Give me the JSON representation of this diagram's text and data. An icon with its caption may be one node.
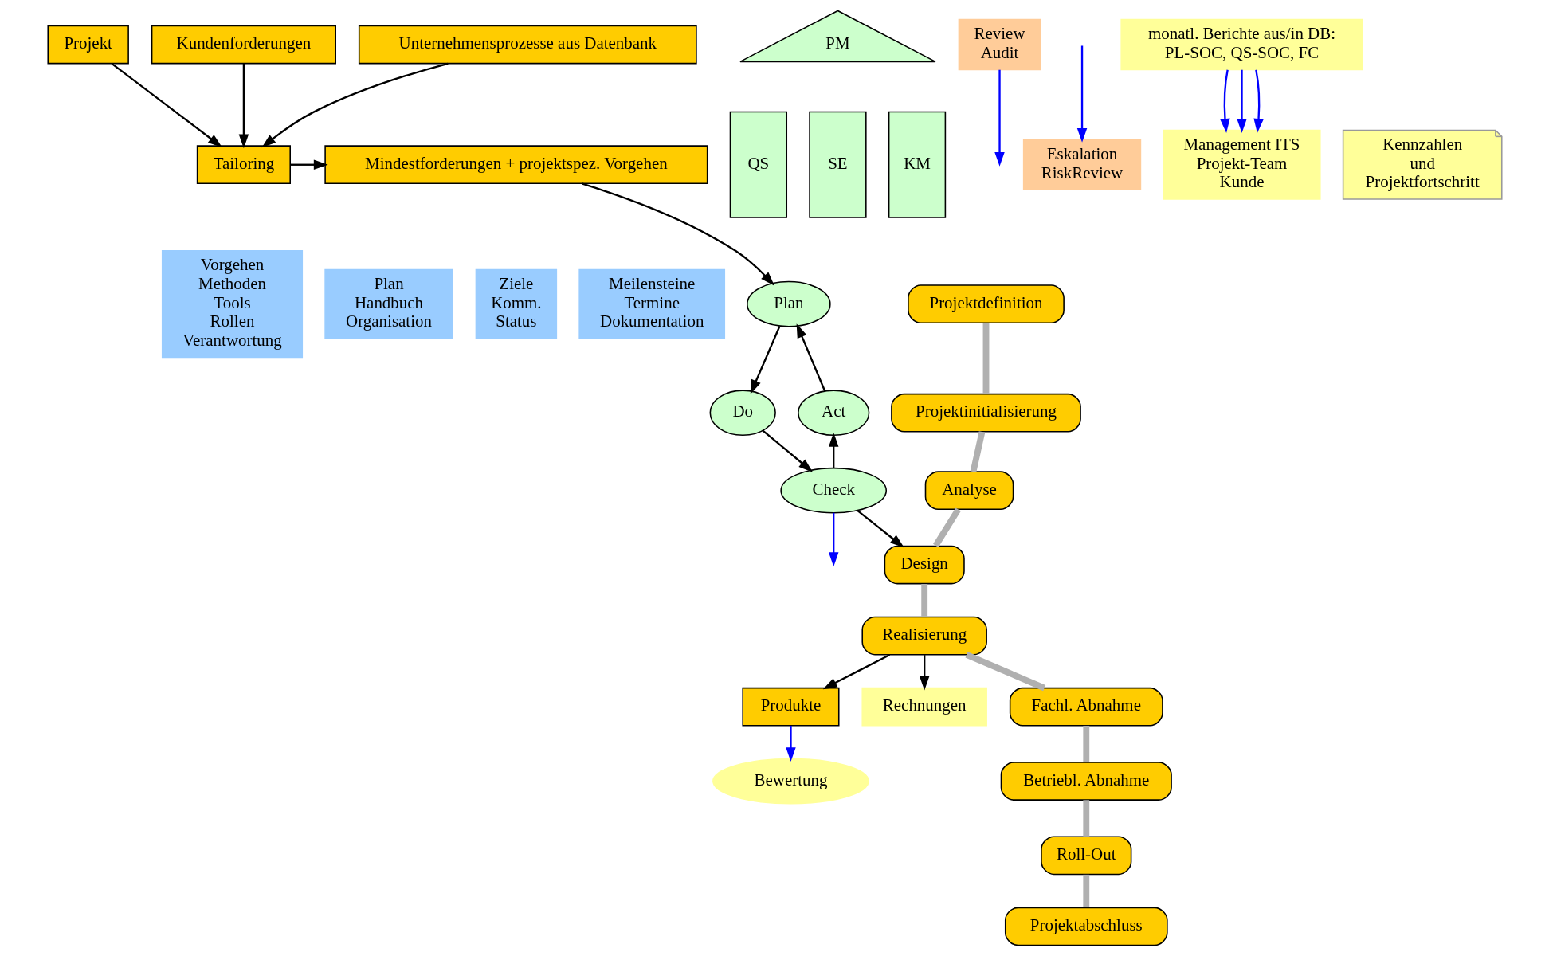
{
  "diagram": {
    "nodes": [
      {
        "text": [
          "Projekt"
        ]
      },
      {
        "text": [
          "Kundenforderungen"
        ]
      },
      {
        "text": [
          "Unternehmensprozesse aus Datenbank"
        ]
      },
      {
        "text": [
          "PM"
        ]
      },
      {
        "text": [
          "QS"
        ]
      },
      {
        "text": [
          "SE"
        ]
      },
      {
        "text": [
          "KM"
        ]
      },
      {
        "text": [
          "Tailoring"
        ]
      },
      {
        "text": [
          "Vorgehen",
          "Methoden",
          "Tools",
          "Rollen",
          "Verantwortung"
        ]
      },
      {
        "text": [
          "Mindestforderungen + projektspez. Vorgehen"
        ]
      },
      {
        "text": [
          "Plan",
          "Handbuch",
          "Organisation"
        ]
      },
      {
        "text": [
          "Ziele",
          "Komm.",
          "Status"
        ]
      },
      {
        "text": [
          "Meilensteine",
          "Termine",
          "Dokumentation"
        ]
      },
      {
        "text": [
          "Plan"
        ]
      },
      {
        "text": [
          "Do"
        ]
      },
      {
        "text": [
          "Check"
        ]
      },
      {
        "text": [
          "Act"
        ]
      },
      {
        "text": [
          "Review",
          "Audit"
        ]
      },
      {
        "text": [
          "Eskalation",
          "RiskReview"
        ]
      },
      {
        "text": [
          "Bewertung"
        ]
      },
      {
        "text": [
          "Produkte"
        ]
      },
      {
        "text": [
          "Rechnungen"
        ]
      },
      {
        "text": [
          "Projektdefinition"
        ]
      },
      {
        "text": [
          "Projektinitialisierung"
        ]
      },
      {
        "text": [
          "Analyse"
        ]
      },
      {
        "text": [
          "Design"
        ]
      },
      {
        "text": [
          "Realisierung"
        ]
      },
      {
        "text": [
          "Fachl. Abnahme"
        ]
      },
      {
        "text": [
          "Betriebl. Abnahme"
        ]
      },
      {
        "text": [
          "Roll-Out"
        ]
      },
      {
        "text": [
          "Projektabschluss"
        ]
      },
      {
        "text": [
          "monatl. Berichte aus/in DB:",
          "PL-SOC, QS-SOC, FC"
        ]
      },
      {
        "text": [
          "Management ITS",
          "Projekt-Team",
          "Kunde"
        ]
      },
      {
        "text": [
          "Kennzahlen",
          "und",
          "Projektfortschritt"
        ]
      }
    ],
    "edges": [
      {
        "from": 0,
        "to": 7,
        "arrow": "to"
      },
      {
        "from": 1,
        "to": 7,
        "arrow": "to"
      },
      {
        "from": 2,
        "to": 7,
        "arrow": "to"
      },
      {
        "from": 7,
        "to": 9,
        "arrow": "to"
      },
      {
        "from": 9,
        "to": 13,
        "arrow": "to"
      },
      {
        "from": 13,
        "to": 14,
        "arrow": "to"
      },
      {
        "from": 14,
        "to": 15,
        "arrow": "to"
      },
      {
        "from": 15,
        "to": 16,
        "arrow": "to"
      },
      {
        "from": 16,
        "to": 13,
        "arrow": "to"
      },
      {
        "from": 17,
        "to": null,
        "arrow": "to",
        "color": "#0000ff"
      },
      {
        "from": null,
        "to": 18,
        "arrow": "to",
        "color": "#0000ff"
      },
      {
        "from": 15,
        "to": 25,
        "arrow": "to"
      },
      {
        "from": 15,
        "to": null,
        "arrow": "to",
        "color": "#0000ff"
      },
      {
        "from": 31,
        "to": 32,
        "arrow": "to",
        "color": "#0000ff"
      },
      {
        "from": 31,
        "to": 32,
        "arrow": "to",
        "color": "#0000ff"
      },
      {
        "from": 31,
        "to": 32,
        "arrow": "to",
        "color": "#0000ff"
      },
      {
        "from": 20,
        "to": 19,
        "arrow": "to",
        "color": "#0000ff"
      },
      {
        "from": 26,
        "to": 20,
        "arrow": "to"
      },
      {
        "from": 26,
        "to": 21,
        "arrow": "to"
      },
      {
        "from": 22,
        "to": 23,
        "arrow": "none",
        "style": "thick",
        "color": "#b0b0b0"
      },
      {
        "from": 23,
        "to": 24,
        "arrow": "none",
        "style": "thick",
        "color": "#b0b0b0"
      },
      {
        "from": 24,
        "to": 25,
        "arrow": "none",
        "style": "thick",
        "color": "#b0b0b0"
      },
      {
        "from": 25,
        "to": 26,
        "arrow": "none",
        "style": "thick",
        "color": "#b0b0b0"
      },
      {
        "from": 26,
        "to": 27,
        "arrow": "none",
        "style": "thick",
        "color": "#b0b0b0"
      },
      {
        "from": 27,
        "to": 28,
        "arrow": "none",
        "style": "thick",
        "color": "#b0b0b0"
      },
      {
        "from": 28,
        "to": 29,
        "arrow": "none",
        "style": "thick",
        "color": "#b0b0b0"
      },
      {
        "from": 29,
        "to": 30,
        "arrow": "none",
        "style": "thick",
        "color": "#b0b0b0"
      }
    ]
  }
}
